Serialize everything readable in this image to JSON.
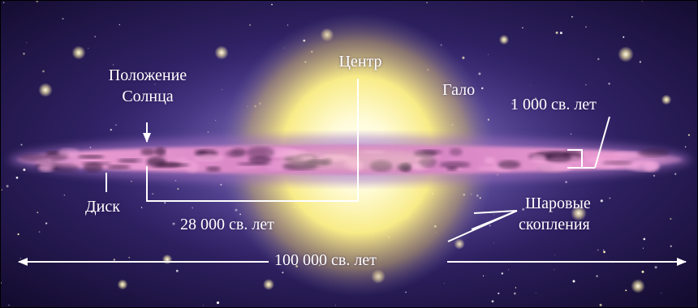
{
  "labels": {
    "center": "Центр",
    "sun_position_line1": "Положение",
    "sun_position_line2": "Солнца",
    "halo": "Гало",
    "thickness": "1 000 св. лет",
    "disk": "Диск",
    "sun_distance": "28 000 св. лет",
    "globular_line1": "Шаровые",
    "globular_line2": "скопления",
    "diameter": "100 000 св. лет"
  },
  "colors": {
    "space_dark": "#1c1240",
    "space_mid": "#3a2a78",
    "bulge_core": "#fffbe0",
    "bulge_glow": "#f4e060",
    "disk_pink": "#d98ac8",
    "disk_dark": "#3a1a3a",
    "annotation": "#ffffff"
  }
}
